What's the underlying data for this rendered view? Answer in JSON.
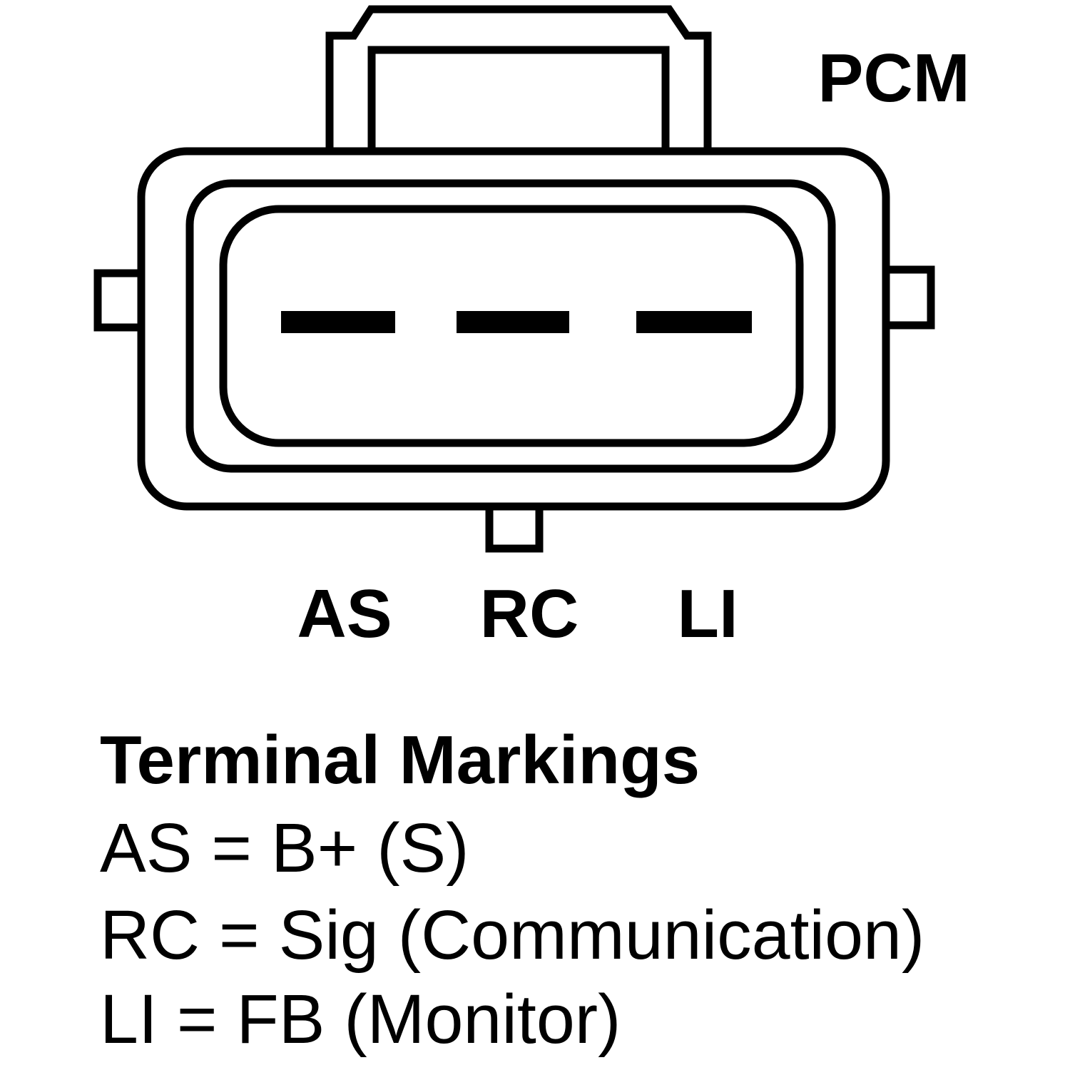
{
  "diagram": {
    "connector_name": "PCM",
    "terminals": [
      {
        "label": "AS"
      },
      {
        "label": "RC"
      },
      {
        "label": "LI"
      }
    ],
    "legend": {
      "heading": "Terminal Markings",
      "lines": [
        "AS = B+ (S)",
        "RC = Sig (Communication)",
        "LI = FB (Monitor)"
      ]
    },
    "colors": {
      "line": "#000000",
      "background": "#ffffff"
    }
  }
}
